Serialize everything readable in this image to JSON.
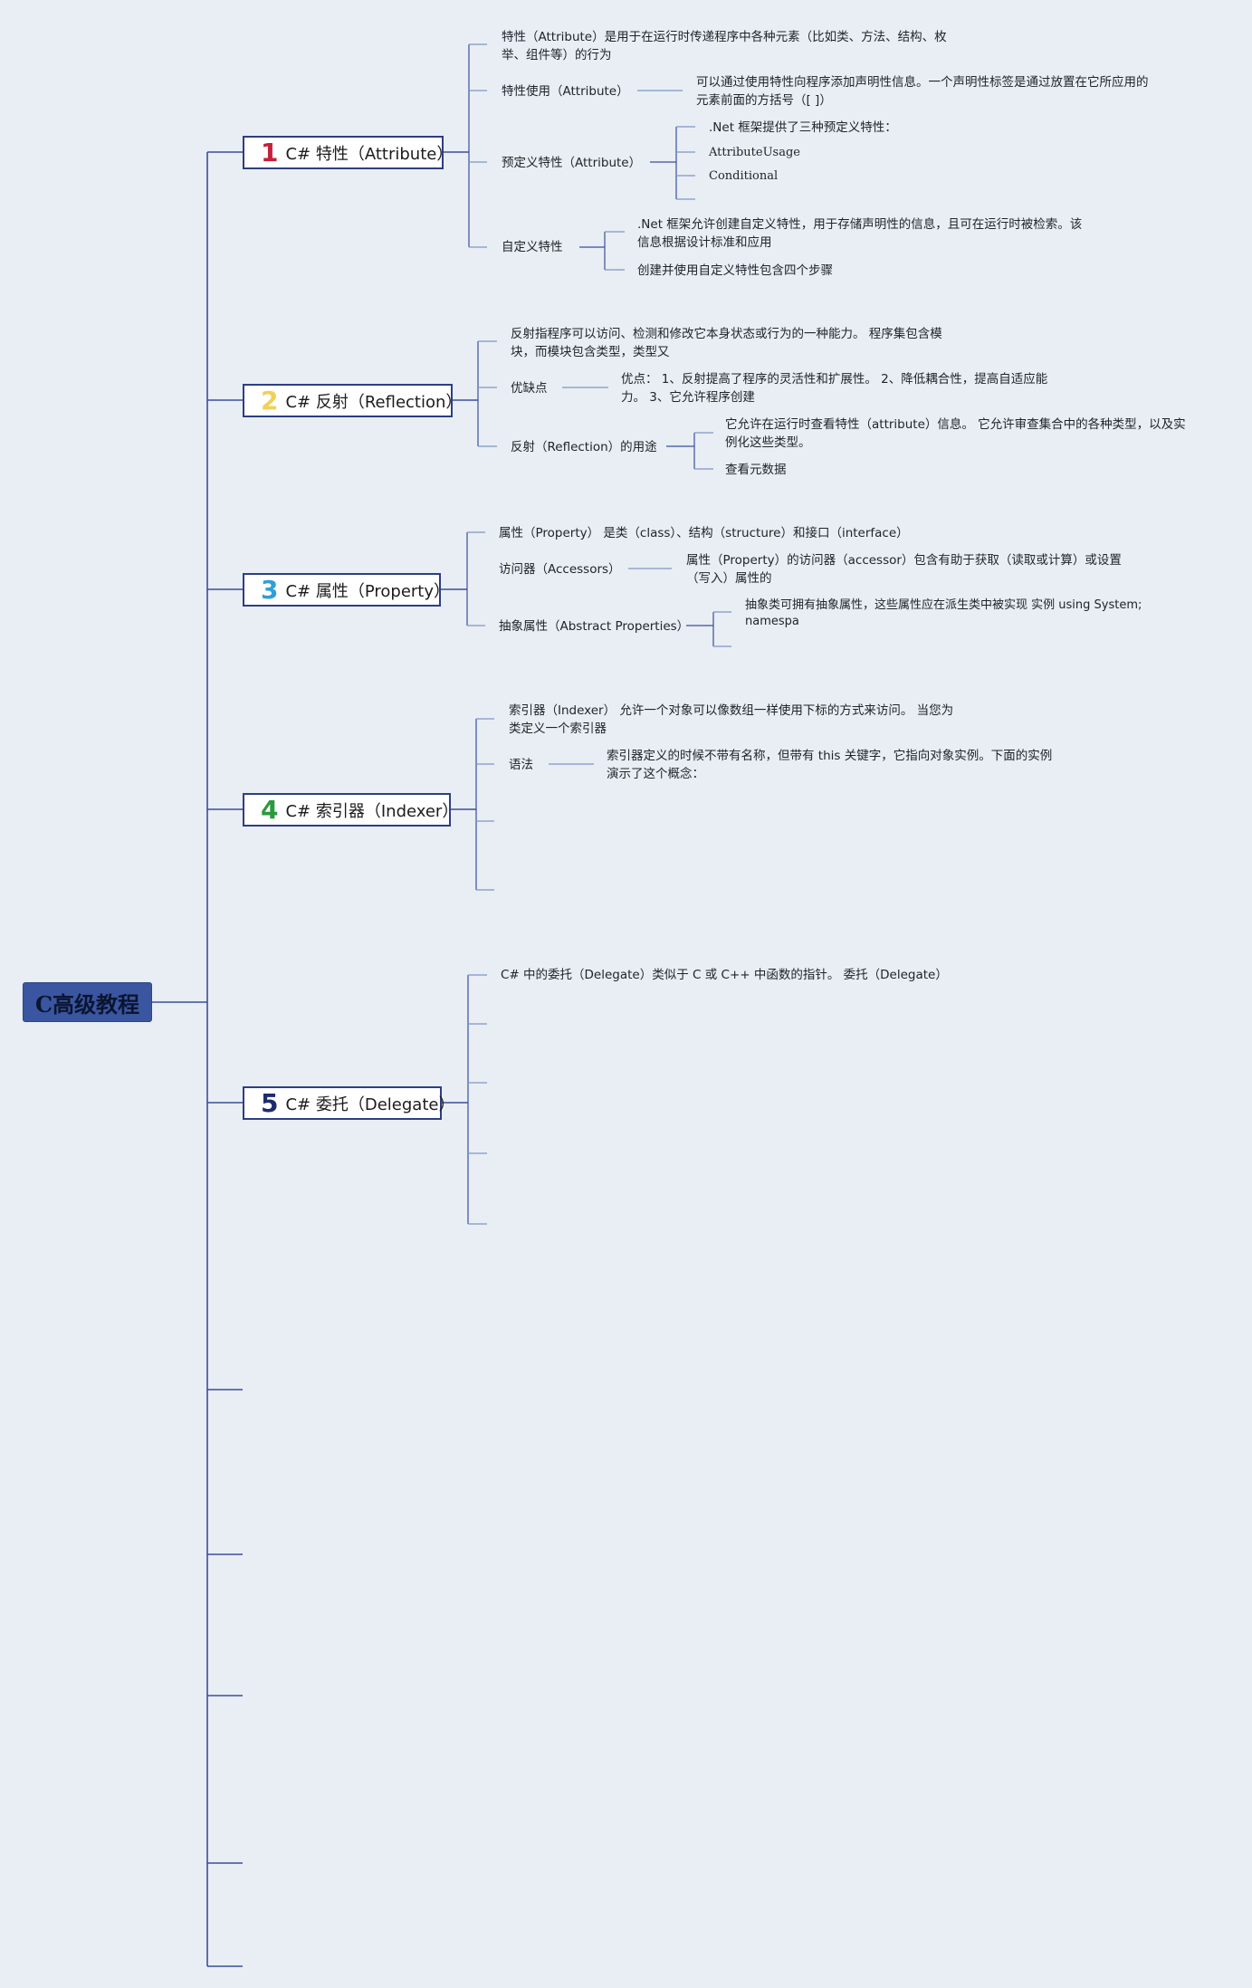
{
  "root": {
    "label": "C高级教程"
  },
  "colors": {
    "line": "#3a4f9a",
    "line_light": "#7f95c6",
    "root_bg": "#3a56a1",
    "background": "#e8eef3"
  },
  "topics": [
    {
      "number": "1",
      "color": "#c4213a",
      "label": "C# 特性（Attribute）",
      "children": [
        {
          "text": "特性（Attribute）是用于在运行时传递程序中各种元素（比如类、方法、结构、枚举、组件等）的行为"
        },
        {
          "text": "特性使用（Attribute）",
          "detail": "可以通过使用特性向程序添加声明性信息。一个声明性标签是通过放置在它所应用的元素前面的方括号（[ ]）"
        },
        {
          "text": "预定义特性（Attribute）",
          "items": [
            ".Net 框架提供了三种预定义特性：",
            "AttributeUsage",
            "Conditional",
            ""
          ]
        },
        {
          "text": "自定义特性",
          "items": [
            ".Net 框架允许创建自定义特性，用于存储声明性的信息，且可在运行时被检索。该信息根据设计标准和应用",
            "创建并使用自定义特性包含四个步骤"
          ]
        }
      ]
    },
    {
      "number": "2",
      "color": "#f2d054",
      "label": "C# 反射（Reflection）",
      "children": [
        {
          "text": "反射指程序可以访问、检测和修改它本身状态或行为的一种能力。 程序集包含模块，而模块包含类型，类型又"
        },
        {
          "text": "优缺点",
          "detail": "优点： 1、反射提高了程序的灵活性和扩展性。 2、降低耦合性，提高自适应能力。 3、它允许程序创建"
        },
        {
          "text": "反射（Reflection）的用途",
          "items": [
            "它允许在运行时查看特性（attribute）信息。 它允许审查集合中的各种类型，以及实例化这些类型。",
            "查看元数据"
          ]
        }
      ]
    },
    {
      "number": "3",
      "color": "#2f9fd8",
      "label": "C# 属性（Property）",
      "children": [
        {
          "text": "属性（Property） 是类（class）、结构（structure）和接口（interface）"
        },
        {
          "text": "访问器（Accessors）",
          "detail": "属性（Property）的访问器（accessor）包含有助于获取（读取或计算）或设置（写入）属性的"
        },
        {
          "text": "抽象属性（Abstract Properties）",
          "items": [
            "抽象类可拥有抽象属性，这些属性应在派生类中被实现 实例 using System; namespa"
          ]
        }
      ]
    },
    {
      "number": "4",
      "color": "#2a9a3c",
      "label": "C# 索引器（Indexer）",
      "children": [
        {
          "text": "索引器（Indexer） 允许一个对象可以像数组一样使用下标的方式来访问。 当您为类定义一个索引器"
        },
        {
          "text": "语法",
          "detail": "索引器定义的时候不带有名称，但带有 this 关键字，它指向对象实例。下面的实例演示了这个概念："
        }
      ]
    },
    {
      "number": "5",
      "color": "#1f2a6e",
      "label": "C# 委托（Delegate）",
      "children": [
        {
          "text": "C# 中的委托（Delegate）类似于 C 或 C++ 中函数的指针。 委托（Delegate）"
        }
      ]
    }
  ]
}
